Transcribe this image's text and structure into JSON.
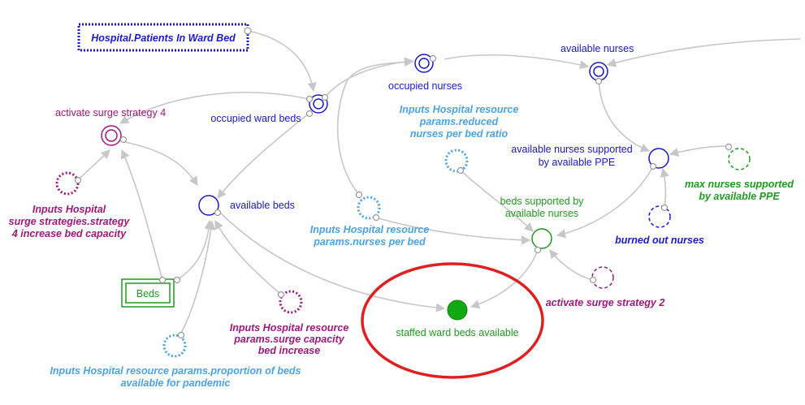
{
  "nodes": {
    "patients_in_ward_bed": "Hospital.Patients In Ward Bed",
    "occupied_ward_beds": "occupied ward beds",
    "occupied_nurses": "occupied nurses",
    "available_nurses": "available nurses",
    "activate_surge_4": "activate surge strategy 4",
    "surge_strategy_line1": "Inputs Hospital",
    "surge_strategy_line2": "surge strategies.strategy",
    "surge_strategy_line3": "4 increase bed capacity",
    "available_beds": "available beds",
    "reduced_ratio_line1": "Inputs Hospital resource",
    "reduced_ratio_line2": "params.reduced",
    "reduced_ratio_line3": "nurses per bed ratio",
    "avail_nurses_ppe_line1": "available nurses supported",
    "avail_nurses_ppe_line2": "by available PPE",
    "max_nurses_ppe_line1": "max nurses supported",
    "max_nurses_ppe_line2": "by available PPE",
    "beds_supported_line1": "beds supported by",
    "beds_supported_line2": "available nurses",
    "nurses_per_bed_line1": "Inputs Hospital resource",
    "nurses_per_bed_line2": "params.nurses per bed",
    "burned_out_nurses": "burned out nurses",
    "beds": "Beds",
    "surge_capacity_line1": "Inputs Hospital resource",
    "surge_capacity_line2": "params.surge capacity",
    "surge_capacity_line3": "bed increase",
    "activate_surge_2": "activate surge strategy 2",
    "staffed_ward_beds": "staffed ward beds available",
    "proportion_line1": "Inputs Hospital resource params.proportion of beds",
    "proportion_line2": "available for pandemic"
  },
  "colors": {
    "navy": "#1a1ac8",
    "purple": "#a0187a",
    "sky": "#4aa3e8",
    "green": "#1f9b1f",
    "highlight_red": "#e02020",
    "arrow_gray": "#c7c7c7"
  }
}
